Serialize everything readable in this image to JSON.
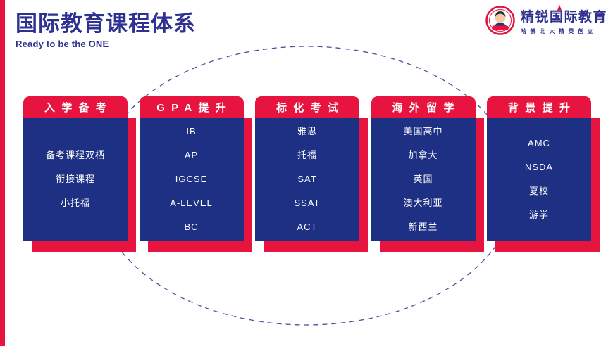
{
  "page": {
    "title": "国际教育课程体系",
    "subtitle": "Ready to be the ONE"
  },
  "logo": {
    "name": "精锐国际教育",
    "tagline": "哈佛北大精英创立",
    "badge_icon": "founder-portrait-badge"
  },
  "colors": {
    "accent_red": "#E6143F",
    "card_blue": "#1E3084",
    "title_indigo": "#2E3192",
    "ellipse_dash": "#4A4F9B"
  },
  "cards": [
    {
      "header": "入学备考",
      "items": [
        "备考课程双栖",
        "衔接课程",
        "小托福"
      ]
    },
    {
      "header": "GPA提升",
      "items": [
        "IB",
        "AP",
        "IGCSE",
        "A-LEVEL",
        "BC"
      ]
    },
    {
      "header": "标化考试",
      "items": [
        "雅思",
        "托福",
        "SAT",
        "SSAT",
        "ACT"
      ]
    },
    {
      "header": "海外留学",
      "items": [
        "美国高中",
        "加拿大",
        "英国",
        "澳大利亚",
        "新西兰"
      ]
    },
    {
      "header": "背景提升",
      "items": [
        "AMC",
        "NSDA",
        "夏校",
        "游学"
      ]
    }
  ]
}
